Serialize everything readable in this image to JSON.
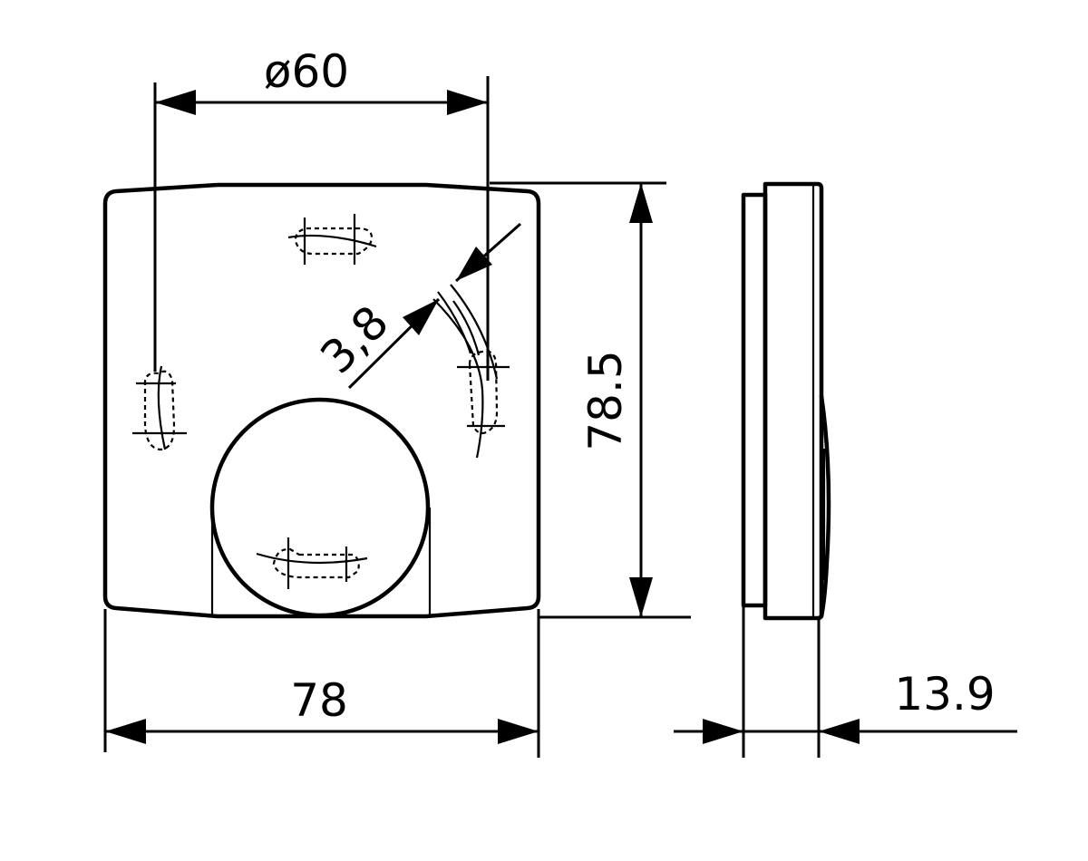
{
  "drawing": {
    "title": "",
    "views": [
      "front-view",
      "side-view"
    ],
    "line_color": "#000000",
    "background": "#ffffff"
  },
  "dimensions": {
    "hole_spacing": {
      "label": "ø60",
      "description": "mounting hole pitch diameter"
    },
    "slot_width": {
      "label": "3,8",
      "description": "mounting slot width"
    },
    "height": {
      "label": "78.5",
      "description": "overall height"
    },
    "width": {
      "label": "78",
      "description": "overall width"
    },
    "depth": {
      "label": "13.9",
      "description": "overall depth"
    }
  }
}
